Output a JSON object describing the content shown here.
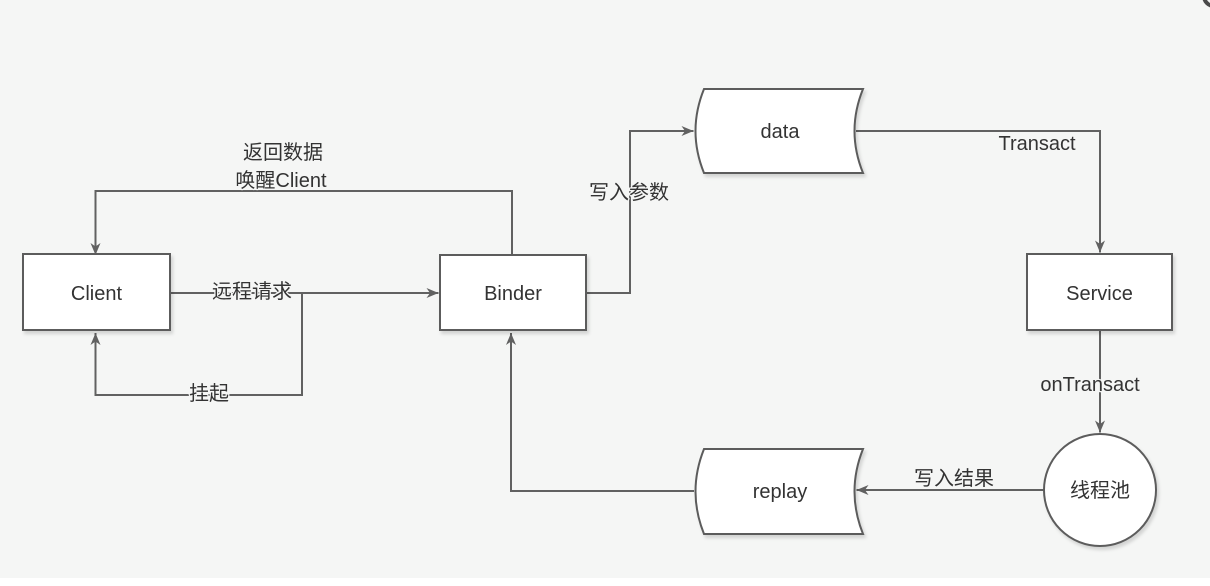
{
  "canvas": {
    "background": "#f5f6f5",
    "line_color": "#616161",
    "shape_fill": "#ffffff",
    "shape_border": "#5c5c5c",
    "text_color": "#333333"
  },
  "nodes": {
    "client": {
      "label": "Client",
      "shape": "rectangle"
    },
    "binder": {
      "label": "Binder",
      "shape": "rectangle"
    },
    "service": {
      "label": "Service",
      "shape": "rectangle"
    },
    "data": {
      "label": "data",
      "shape": "stored-data"
    },
    "replay": {
      "label": "replay",
      "shape": "stored-data"
    },
    "thread_pool": {
      "label": "线程池",
      "shape": "circle"
    }
  },
  "edges": {
    "remote_request": {
      "label": "远程请求",
      "from": "Client",
      "to": "Binder"
    },
    "suspend": {
      "label": "挂起",
      "from": "Client",
      "to": "Client"
    },
    "return_data": {
      "label_line1": "返回数据",
      "label_line2": "唤醒Client",
      "from": "Binder",
      "to": "Client"
    },
    "write_params": {
      "label": "写入参数",
      "from": "Binder",
      "to": "data"
    },
    "transact": {
      "label": "Transact",
      "from": "data",
      "to": "Service"
    },
    "on_transact": {
      "label": "onTransact",
      "from": "Service",
      "to": "thread_pool"
    },
    "write_result": {
      "label": "写入结果",
      "from": "thread_pool",
      "to": "replay"
    },
    "replay_return": {
      "label": "",
      "from": "replay",
      "to": "Binder"
    }
  },
  "decorations": {
    "corner_icon": "partial-circle-icon"
  }
}
